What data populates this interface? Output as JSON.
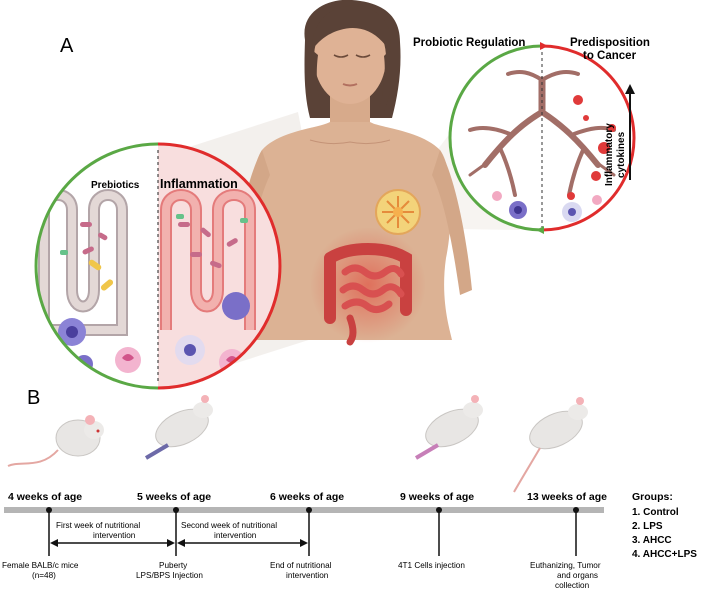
{
  "panelA": {
    "letter": "A",
    "right_circle": {
      "left_title": "Probiotic Regulation",
      "right_title_line1": "Predisposition",
      "right_title_line2": "to Cancer",
      "arrow_label_line1": "Inflammatory",
      "arrow_label_line2": "cytokines"
    },
    "left_circle": {
      "left_title": "Prebiotics",
      "right_title": "Inflammation"
    }
  },
  "panelB": {
    "letter": "B",
    "timepoints": [
      {
        "week": "4 weeks of age",
        "event": [
          "Female BALB/c mice",
          "(n=48)"
        ]
      },
      {
        "week": "5 weeks of age",
        "event": [
          "Puberty",
          "LPS/BPS Injection"
        ]
      },
      {
        "week": "6 weeks of age",
        "event": [
          "End of nutritional",
          "intervention"
        ]
      },
      {
        "week": "9 weeks of age",
        "event": [
          "4T1 Cells injection"
        ]
      },
      {
        "week": "13 weeks of age",
        "event": [
          "Euthanizing, Tumor",
          "and organs",
          "collection"
        ]
      }
    ],
    "intervals": [
      {
        "label": [
          "First week of nutritional",
          "intervention"
        ]
      },
      {
        "label": [
          "Second week of nutritional",
          "intervention"
        ]
      }
    ],
    "groups": {
      "title": "Groups:",
      "items": [
        "1. Control",
        "2. LPS",
        "3. AHCC",
        "4. AHCC+LPS"
      ]
    }
  }
}
